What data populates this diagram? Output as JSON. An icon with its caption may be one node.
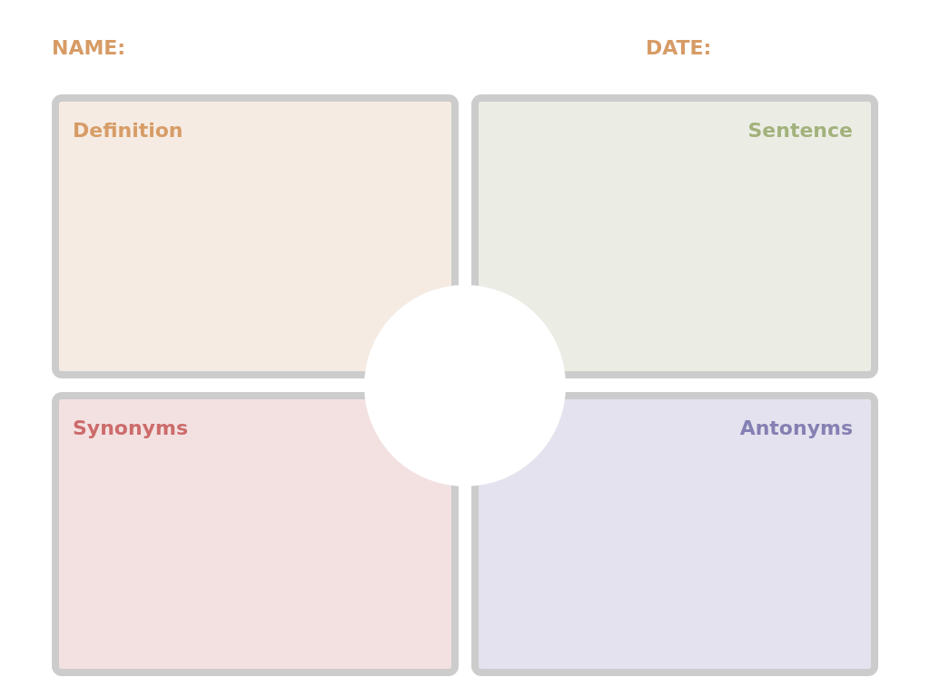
{
  "diagram": {
    "nodes": [
      {
        "text": [
          "Definition"
        ]
      },
      {
        "text": [
          "Sentence"
        ]
      },
      {
        "text": [],
        "shape": "circle"
      },
      {
        "text": [
          "Synonyms"
        ]
      },
      {
        "text": [
          "Antonyms"
        ]
      }
    ],
    "labels": [
      "NAME:",
      "DATE:"
    ]
  }
}
